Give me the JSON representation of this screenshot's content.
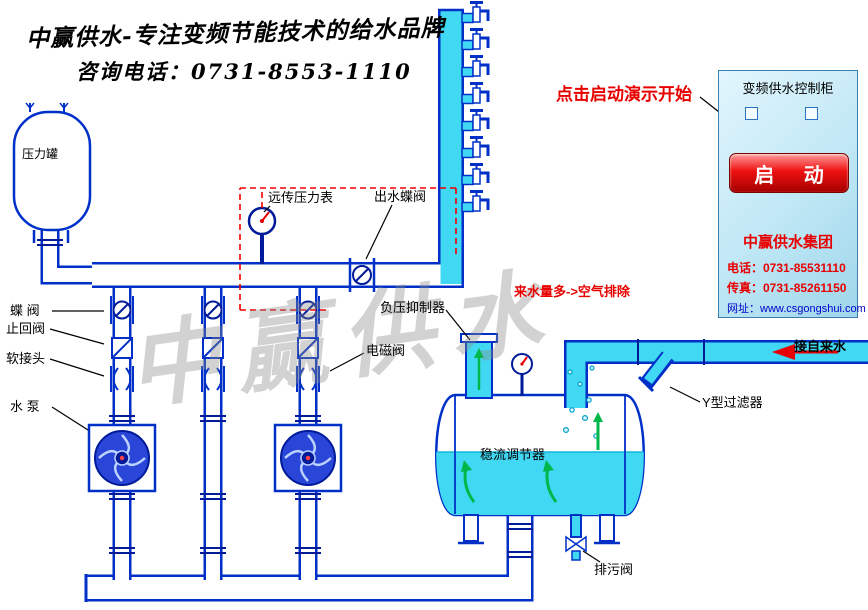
{
  "header": {
    "brand_line": "中赢供水-专注变频节能技术的给水品牌",
    "phone_line": "咨询电话：0731-8553-1110"
  },
  "watermark": "中赢供水",
  "labels": {
    "pressure_tank": "压力罐",
    "butterfly_valve": "蝶 阀",
    "check_valve": "止回阀",
    "soft_joint": "软接头",
    "water_pump": "水 泵",
    "remote_pressure_gauge": "远传压力表",
    "outlet_butterfly_valve": "出水蝶阀",
    "negative_pressure_suppressor": "负压抑制器",
    "solenoid_valve": "电磁阀",
    "flow_regulator": "稳流调节器",
    "y_filter": "Y型过滤器",
    "drain_valve": "排污阀",
    "tap_water_inlet": "接自来水",
    "air_discharge_note": "来水量多->空气排除",
    "click_start_hint": "点击启动演示开始"
  },
  "cabinet": {
    "title": "变频供水控制柜",
    "start_button": "启 动",
    "company": "中赢供水集团",
    "phone": "电话：0731-85531110",
    "fax": "传真：0731-85261150",
    "website": "网址：www.csgongshui.com"
  },
  "colors": {
    "pipe_outline": "#0030c8",
    "water": "#40d8f2",
    "accent_red": "#e80000",
    "cabinet_bg": "#bfe7f5",
    "impeller": "#2a46d8",
    "arrow_green": "#00b84a"
  }
}
